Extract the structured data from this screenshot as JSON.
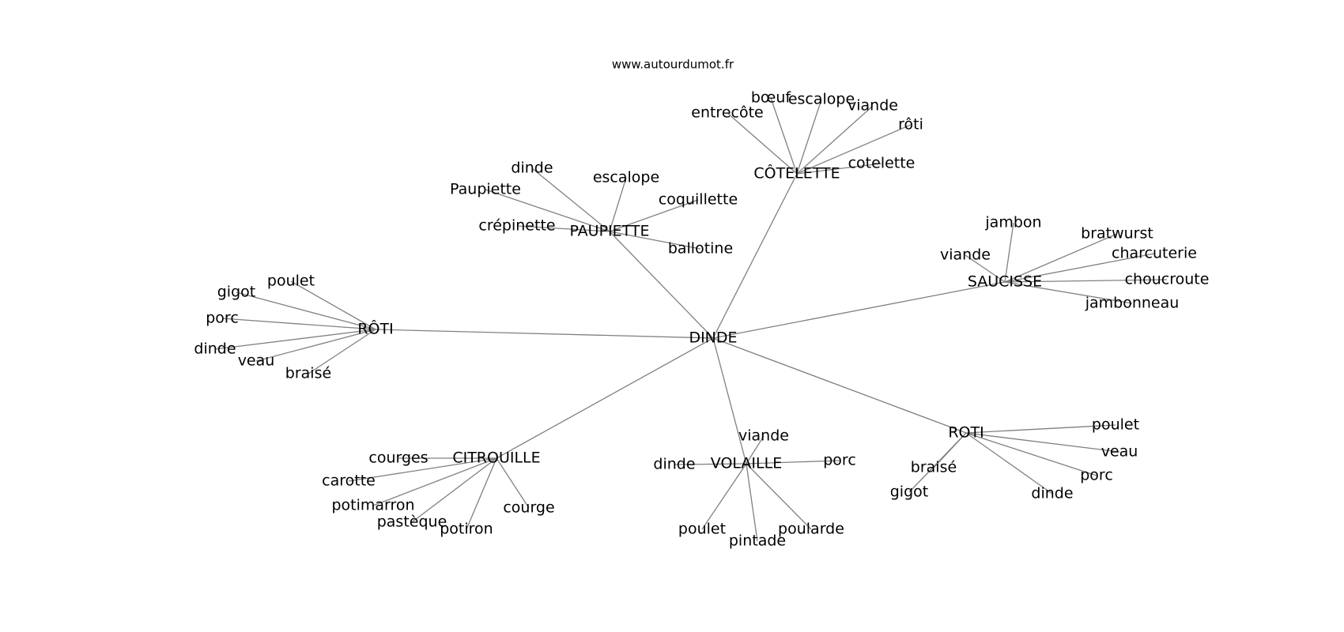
{
  "header": {
    "site": "www.autourdumot.fr"
  },
  "graph": {
    "center": "DINDE",
    "clusters": [
      {
        "hub": "PAUPIETTE",
        "words": [
          "dinde",
          "escalope",
          "Paupiette",
          "coquillette",
          "crépinette",
          "ballotine"
        ]
      },
      {
        "hub": "CÔTELETTE",
        "words": [
          "bœuf",
          "escalope",
          "viande",
          "entrecôte",
          "rôti",
          "cotelette"
        ]
      },
      {
        "hub": "SAUCISSE",
        "words": [
          "jambon",
          "bratwurst",
          "charcuterie",
          "viande",
          "choucroute",
          "jambonneau"
        ]
      },
      {
        "hub": "RÔTI",
        "words": [
          "poulet",
          "gigot",
          "porc",
          "dinde",
          "veau",
          "braisé"
        ]
      },
      {
        "hub": "ROTI",
        "words": [
          "poulet",
          "veau",
          "braisé",
          "porc",
          "gigot",
          "dinde"
        ]
      },
      {
        "hub": "VOLAILLE",
        "words": [
          "viande",
          "dinde",
          "porc",
          "poulet",
          "pintade",
          "poularde"
        ]
      },
      {
        "hub": "CITROUILLE",
        "words": [
          "courges",
          "carotte",
          "potimarron",
          "pastèque",
          "potiron",
          "courge"
        ]
      }
    ]
  },
  "colors": {
    "edge": "#808080",
    "text": "#000000",
    "background": "#ffffff"
  }
}
